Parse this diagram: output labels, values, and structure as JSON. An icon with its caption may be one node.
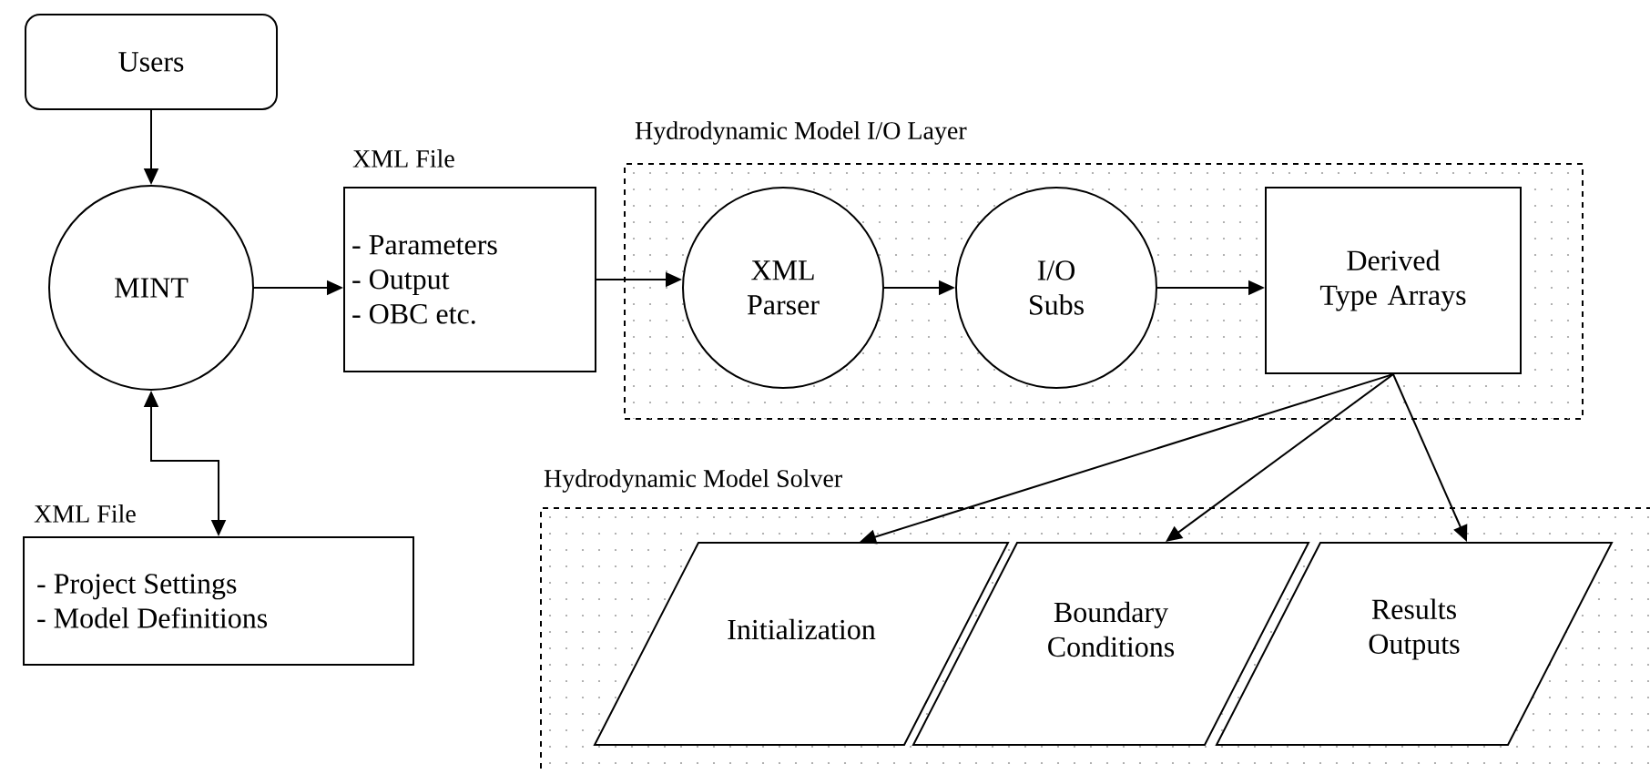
{
  "diagram": {
    "nodes": [
      {
        "text": [
          "Users"
        ]
      },
      {
        "text": [
          "MINT"
        ]
      },
      {
        "text": [
          "XML File",
          "- Parameters",
          "- Output",
          "- OBC etc."
        ]
      },
      {
        "text": [
          "XML File",
          "- Project Settings",
          "- Model Definitions"
        ]
      },
      {
        "text": [
          "Hydrodynamic Model I/O Layer"
        ]
      },
      {
        "text": [
          "XML Parser"
        ],
        "in": 4
      },
      {
        "text": [
          "I/O Subs"
        ],
        "in": 4
      },
      {
        "text": [
          "Derived Type Arrays"
        ],
        "in": 4
      },
      {
        "text": [
          "Hydrodynamic Model Solver"
        ]
      },
      {
        "text": [
          "Initialization"
        ],
        "in": 8
      },
      {
        "text": [
          "Boundary Conditions"
        ],
        "in": 8
      },
      {
        "text": [
          "Results Outputs"
        ],
        "in": 8
      }
    ],
    "edges": [
      {
        "from": 0,
        "to": 1,
        "arrow": "to"
      },
      {
        "from": 1,
        "to": 2,
        "arrow": "to"
      },
      {
        "from": 1,
        "to": 3,
        "arrow": "both"
      },
      {
        "from": 2,
        "to": 5,
        "arrow": "to"
      },
      {
        "from": 5,
        "to": 6,
        "arrow": "to"
      },
      {
        "from": 6,
        "to": 7,
        "arrow": "to"
      },
      {
        "from": 7,
        "to": 9,
        "arrow": "to"
      },
      {
        "from": 7,
        "to": 10,
        "arrow": "to"
      },
      {
        "from": 7,
        "to": 11,
        "arrow": "to"
      }
    ]
  }
}
